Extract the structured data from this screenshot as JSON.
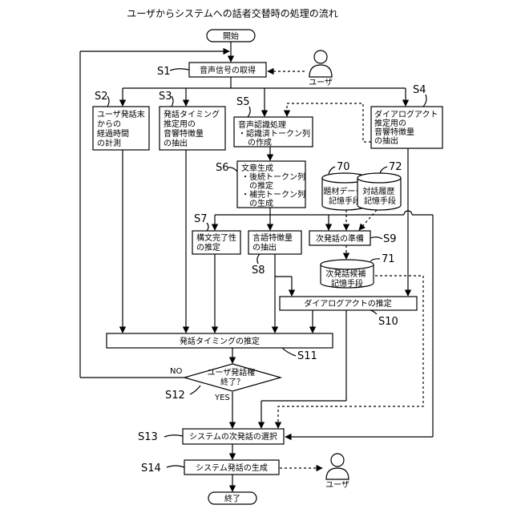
{
  "title": "ユーザからシステムへの話者交替時の処理の流れ",
  "start": "開始",
  "end": "終了",
  "steps": {
    "s1": {
      "label": "S1",
      "lines": [
        "音声信号の取得"
      ]
    },
    "s2": {
      "label": "S2",
      "lines": [
        "ユーザ発話末",
        "からの",
        "経過時間",
        "の計測"
      ]
    },
    "s3": {
      "label": "S3",
      "lines": [
        "発話タイミング",
        "推定用の",
        "音響特徴量",
        "の抽出"
      ]
    },
    "s4": {
      "label": "S4",
      "lines": [
        "ダイアログアクト",
        "推定用の",
        "音響特徴量",
        "の抽出"
      ]
    },
    "s5": {
      "label": "S5",
      "lines": [
        "音声認識処理",
        "・認識済トークン列",
        "の作成"
      ]
    },
    "s6": {
      "label": "S6",
      "lines": [
        "文章生成",
        "・後続トークン列",
        "の推定",
        "・補完トークン列",
        "の生成"
      ]
    },
    "s7": {
      "label": "S7",
      "lines": [
        "構文完了性",
        "の推定"
      ]
    },
    "s8": {
      "label": "S8",
      "lines": [
        "言語特徴量",
        "の抽出"
      ]
    },
    "s9": {
      "label": "S9",
      "lines": [
        "次発話の準備"
      ]
    },
    "s10": {
      "label": "S10",
      "lines": [
        "ダイアログアクトの推定"
      ]
    },
    "s11": {
      "label": "S11",
      "lines": [
        "発話タイミングの推定"
      ]
    },
    "s12": {
      "label": "S12",
      "lines": [
        "ユーザ発話権",
        "終了？"
      ]
    },
    "s13": {
      "label": "S13",
      "lines": [
        "システムの次発話の選択"
      ]
    },
    "s14": {
      "label": "S14",
      "lines": [
        "システム発話の生成"
      ]
    }
  },
  "stores": {
    "db70": {
      "label": "70",
      "lines": [
        "題材データ",
        "記憶手段"
      ]
    },
    "db72": {
      "label": "72",
      "lines": [
        "対話履歴",
        "記憶手段"
      ]
    },
    "db71": {
      "label": "71",
      "lines": [
        "次発話候補",
        "記憶手段"
      ]
    }
  },
  "actors": {
    "user_top": "ユーザ",
    "user_bottom": "ユーザ"
  },
  "branches": {
    "no": "NO",
    "yes": "YES"
  }
}
